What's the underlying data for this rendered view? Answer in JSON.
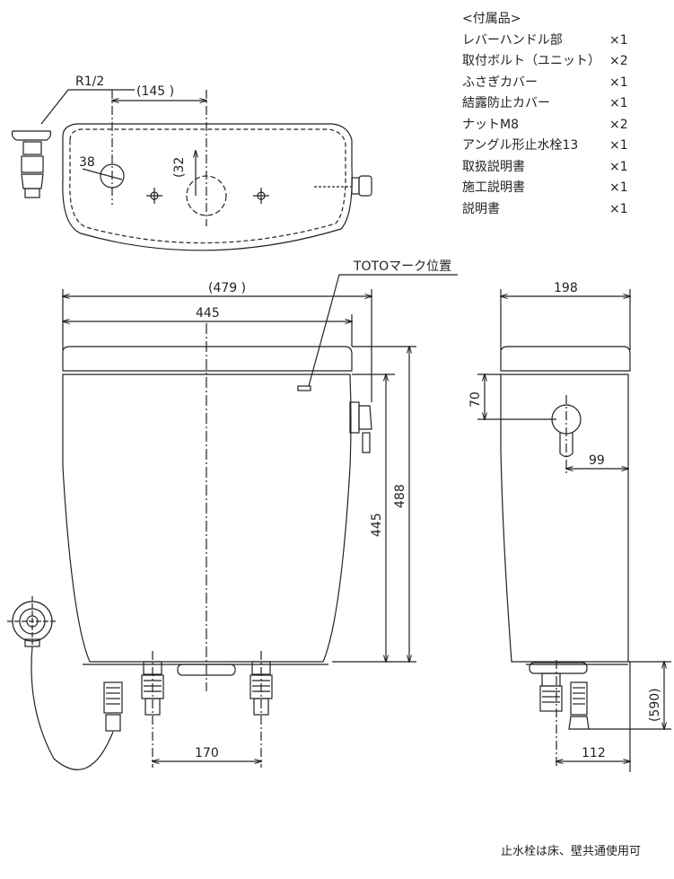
{
  "accessories": {
    "title": "<付属品>",
    "items": [
      {
        "name": "レバーハンドル部",
        "qty": "×1"
      },
      {
        "name": "取付ボルト（ユニット）",
        "qty": "×2"
      },
      {
        "name": "ふさぎカバー",
        "qty": "×1"
      },
      {
        "name": "結露防止カバー",
        "qty": "×1"
      },
      {
        "name": "ナットM8",
        "qty": "×2"
      },
      {
        "name": "アングル形止水栓13",
        "qty": "×1"
      },
      {
        "name": "取扱説明書",
        "qty": "×1"
      },
      {
        "name": "施工説明書",
        "qty": "×1"
      },
      {
        "name": "説明書",
        "qty": "×1"
      }
    ]
  },
  "dimensions": {
    "thread": "R1/2",
    "d145": "(145 )",
    "d38": "38",
    "d32": "(32",
    "toto_mark": "TOTOマーク位置",
    "d479": "(479 )",
    "d445_width": "445",
    "d445_height": "445",
    "d488": "488",
    "d170": "170",
    "d198": "198",
    "d70": "70",
    "d99": "99",
    "d590": "(590)",
    "d112": "112"
  },
  "footer_note": "止水栓は床、壁共通使用可"
}
